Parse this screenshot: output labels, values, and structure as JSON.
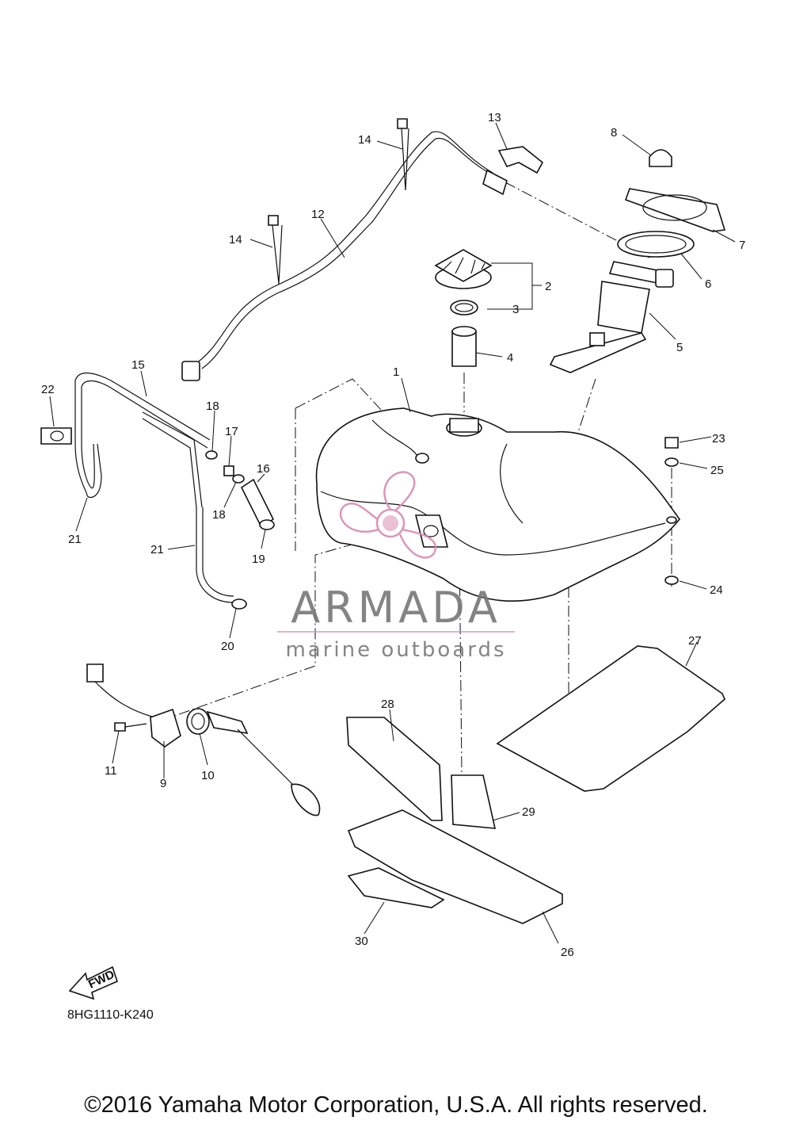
{
  "diagram": {
    "code": "8HG1110-K240",
    "fwd_label": "FWD",
    "copyright": "©2016 Yamaha Motor Corporation, U.S.A. All rights reserved."
  },
  "watermark": {
    "brand": "ARMADA",
    "tagline": "marine outboards",
    "color": "#d98bb3",
    "text_color": "#777777"
  },
  "callouts": [
    "1",
    "2",
    "3",
    "4",
    "5",
    "6",
    "7",
    "8",
    "9",
    "10",
    "11",
    "12",
    "13",
    "14",
    "14",
    "15",
    "16",
    "17",
    "18",
    "18",
    "19",
    "20",
    "21",
    "21",
    "22",
    "23",
    "24",
    "25",
    "26",
    "27",
    "28",
    "29",
    "30"
  ]
}
